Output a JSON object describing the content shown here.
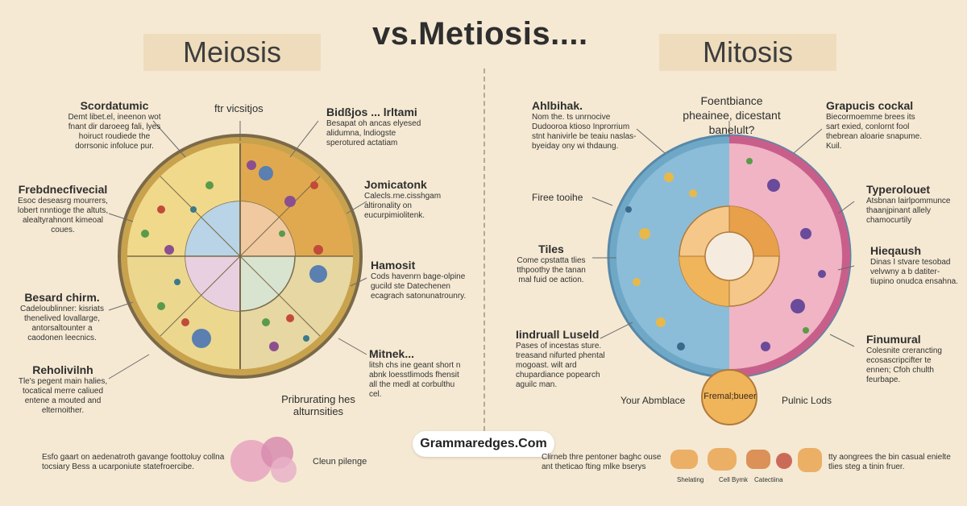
{
  "header": {
    "left_title": "Meiosis",
    "center_title": "vs.Metiosis....",
    "right_title": "Mitosis"
  },
  "left_labels": [
    {
      "title": "Scordatumic",
      "body": "Demt libet.el, ineenon wot fnant dir daroeeg fali, lyes hoiruct roudiede the dorrsonic infoluce pur."
    },
    {
      "title": "ftr vicsitjos",
      "body": ""
    },
    {
      "title": "Bidßjos ... lrltami",
      "body": "Besapat oh ancas elyesed alidumna, lndiogste sperotured actatiam"
    },
    {
      "title": "Frebdnecfivecial",
      "body": "Esoc deseasrg mourrers, lobert nnntioge the altuts, alealtyrahnont kimeoal coues."
    },
    {
      "title": "Jomicatonk",
      "body": "Calecls.rne.cisshgam altironality on eucurpimiolitenk."
    },
    {
      "title": "Hamosit",
      "body": "Cods havenrn bage-olpine gucild ste Datechenen ecagrach satonunatrounry."
    },
    {
      "title": "Besard chirm.",
      "body": "Cadeloublinner: kisriats thenelived lovallarge, antorsaltounter a caodonen leecnics."
    },
    {
      "title": "Mitnek...",
      "body": "litsh chs ine geant short n abnk loesstlimods fhensit all the medl at corbulthu cel."
    },
    {
      "title": "Reholivilnh",
      "body": "Tle's pegent main halies, tocatical merre caliued entene a mouted and elternoither."
    },
    {
      "title": "Pribrurating hes alturnsities",
      "body": ""
    }
  ],
  "right_labels": [
    {
      "title": "Ahlbihak.",
      "body": "Nom the. ts unrnocive Dudooroa ktioso Inprorrium stnt hanivirle be teaiu naslas-byeiday ony wi thdaung."
    },
    {
      "title": "Foentbiance pheainee, dicestant banelult?",
      "body": ""
    },
    {
      "title": "Grapucis cockal",
      "body": "Biecormoemme brees its sart exied, conlornt fool thebrean aloarie snapume. Kuil."
    },
    {
      "title": "Firee tooihe",
      "body": ""
    },
    {
      "title": "Typerolouet",
      "body": "Atsbnan lairlpommunce thaanjpinant allely chamocurtily"
    },
    {
      "title": "Tiles",
      "body": "Come cpstatta tlies tthpoothy the tanan mal fuid oe action."
    },
    {
      "title": "Hieqaush",
      "body": "Dinas I stvare tesobad velvwny a b datiter-tiupino onudca ensahna."
    },
    {
      "title": "Iindruall Luseld",
      "body": "Pases of incestas sture. treasand nifurted phental mogoast. wilt ard chupardiance popearch aguilc man."
    },
    {
      "title": "Finumural",
      "body": "Colesnite crerancting ecosascripcifter te ennen; Cfoh chulth feurbape."
    },
    {
      "title": "Your Abmblace",
      "body": ""
    },
    {
      "title": "Pulnic Lods",
      "body": ""
    }
  ],
  "center_bubble": "Fremal;bueer",
  "badge": "Grammaredges.Com",
  "footer": {
    "left_text": "Esfo gaart on aedenatroth gavange foottoluy collna tocsiary Bess a ucarponiute statefroercibe.",
    "left_label": "Cleun pilenge",
    "right_text_a": "Clirneb thre pentoner baghc ouse ant theticao fting mlke bserys",
    "right_text_b": "tty aongrees the bin casual enielte tlies steg a tinin fruer.",
    "icon_labels": [
      "Shelating",
      "Cell Bymk",
      "Catectiina"
    ]
  },
  "colors": {
    "background": "#f5e9d3",
    "meiosis_ring": "#c9a24d",
    "mitosis_blue": "#6fa8c7",
    "mitosis_pink": "#e8a3b8",
    "accent_orange": "#e8a04a"
  }
}
